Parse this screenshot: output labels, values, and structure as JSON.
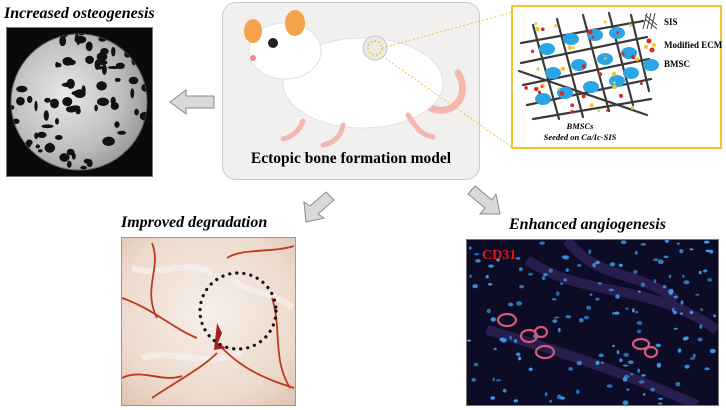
{
  "titles": {
    "osteogenesis": "Increased osteogenesis",
    "degradation": "Improved degradation",
    "angiogenesis": "Enhanced angiogenesis"
  },
  "model": {
    "label": "Ectopic bone formation model"
  },
  "inset": {
    "legend": {
      "sis": "SIS",
      "ecm": "Modified ECM",
      "bmsc": "BMSC"
    },
    "caption_line1": "BMSCs",
    "caption_line2": "Seeded on Ca/Ic-SIS"
  },
  "angio_panel": {
    "stain_label": "CD31"
  },
  "colors": {
    "arrow_fill": "#d9d9d9",
    "inset_border": "#f2c237",
    "bmsc_blue": "#2aa6e6",
    "ecm_red": "#e0231e",
    "ecm_yellow": "#f3c52b",
    "cd31_red": "#e01818"
  }
}
